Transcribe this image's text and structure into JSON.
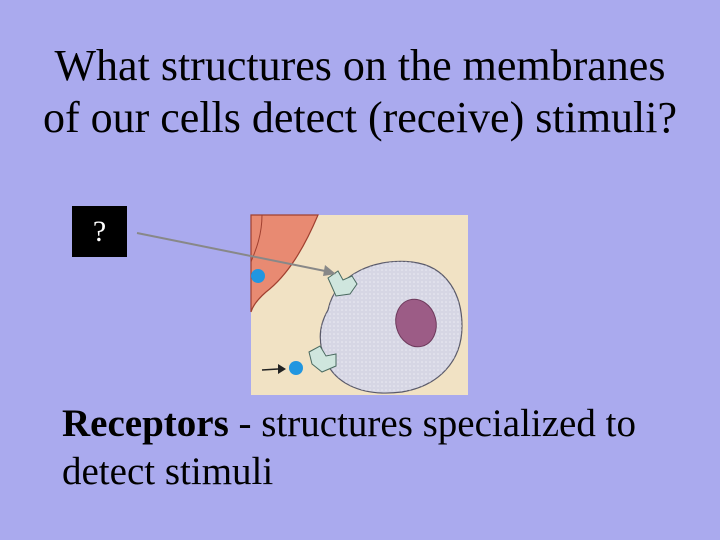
{
  "slide": {
    "question": "What structures on the membranes of our cells detect (receive) stimuli?",
    "question_box": "?",
    "answer_term": "Receptors",
    "answer_rest": " - structures specialized to detect stimuli"
  },
  "colors": {
    "background": "#aaaaee",
    "panel": "#f1e2c4",
    "neighbor_cell": "#e88a72",
    "cell_body": "#d6d6e4",
    "nucleus": "#9c5c86",
    "receptor": "#cfe6de",
    "molecule": "#2196e0",
    "arrow": "#888888"
  },
  "icons": {
    "arrow": "arrow-to-receptor",
    "molecules": "signal-molecule-dots"
  }
}
